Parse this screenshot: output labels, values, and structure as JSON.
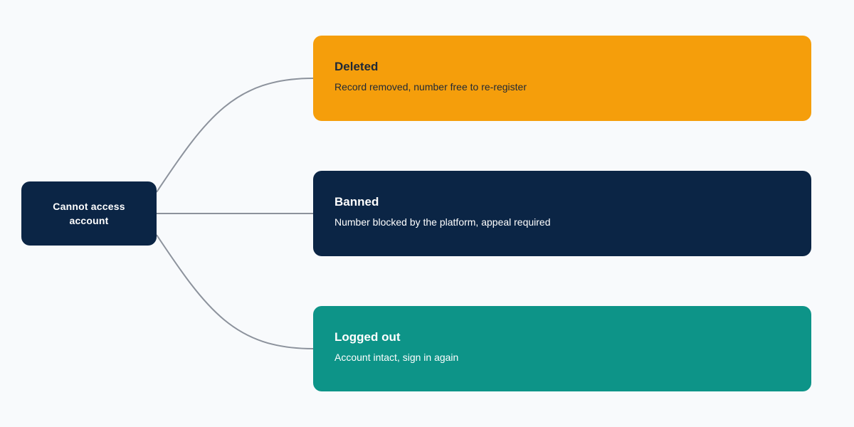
{
  "root": {
    "label": "Cannot access account",
    "color": "#0b2545"
  },
  "connector_color": "#8c929c",
  "branches": [
    {
      "title": "Deleted",
      "description": "Record removed, number free to re-register",
      "background": "#f59e0b",
      "text_color": "#1f2937"
    },
    {
      "title": "Banned",
      "description": "Number blocked by the platform, appeal required",
      "background": "#0b2545",
      "text_color": "#ffffff"
    },
    {
      "title": "Logged out",
      "description": "Account intact, sign in again",
      "background": "#0d9488",
      "text_color": "#ffffff"
    }
  ]
}
